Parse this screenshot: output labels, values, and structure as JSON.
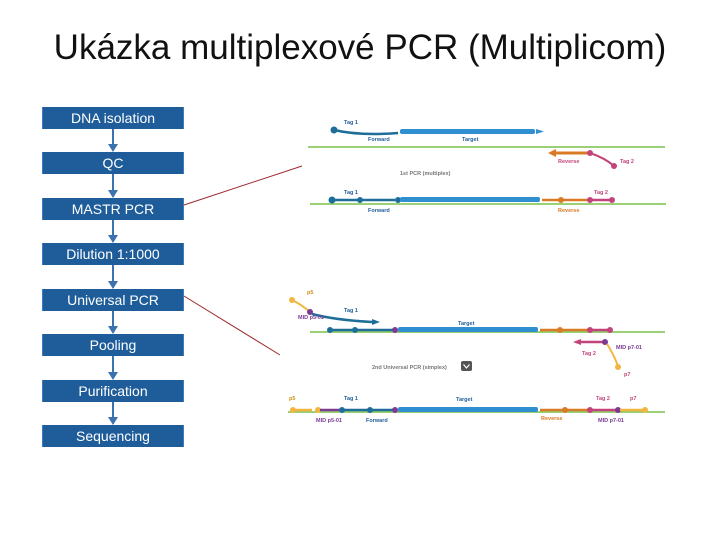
{
  "title": "Ukázka multiplexové PCR (Multiplicom)",
  "steps": [
    "DNA isolation",
    "QC",
    "MASTR PCR",
    "Dilution 1:1000",
    "Universal PCR",
    "Pooling",
    "Purification",
    "Sequencing"
  ],
  "diagram1": {
    "top": {
      "tag": "Tag 1",
      "forward": "Forward",
      "target": "Target"
    },
    "bottom_right": {
      "reverse": "Reverse",
      "tag": "Tag 2"
    },
    "caption": "1st PCR (multiplex)",
    "result": {
      "tag1": "Tag 1",
      "tag2": "Tag 2",
      "forward": "Forward",
      "reverse": "Reverse"
    }
  },
  "diagram2": {
    "top": {
      "p5": "p5",
      "mid": "MID p5-01",
      "tag": "Tag 1",
      "target": "Target"
    },
    "bottom_right": {
      "mid": "MID p7-01",
      "tag": "Tag 2",
      "p7": "p7"
    },
    "caption": "2nd Universal PCR (simplex)",
    "result": {
      "p5": "p5",
      "tag1": "Tag 1",
      "target": "Target",
      "tag2": "Tag 2",
      "p7": "p7",
      "mid5": "MID p5-01",
      "forward": "Forward",
      "reverse": "Reverse",
      "mid7": "MID p7-01"
    }
  },
  "colors": {
    "step_fill": "#1f5d9a",
    "arrow": "#3b73b0",
    "connector": "#a0282a",
    "target": "#2f8fd0",
    "strand": "#7cc04a",
    "forward": "#1f6e9a",
    "reverse": "#d97a26",
    "tag2": "#c2447a",
    "mid": "#7b3a93",
    "p": "#f1b640"
  }
}
